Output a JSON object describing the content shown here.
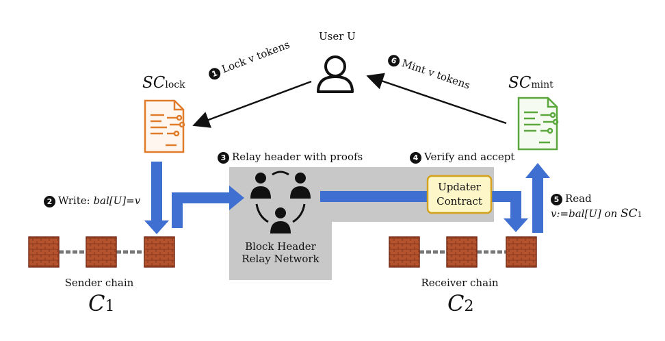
{
  "user": {
    "label": "User U"
  },
  "sc_lock": {
    "base": "SC",
    "sub": "lock"
  },
  "sc_mint": {
    "base": "SC",
    "sub": "mint"
  },
  "steps": {
    "s1": {
      "num": "1",
      "text": "Lock v tokens"
    },
    "s2": {
      "num": "2",
      "text_prefix": "Write: ",
      "text_expr": "bal[U]=v"
    },
    "s3": {
      "num": "3",
      "text": "Relay header with proofs"
    },
    "s4": {
      "num": "4",
      "text": "Verify and accept"
    },
    "s5": {
      "num": "5",
      "text": "Read",
      "line2_expr": "v:=bal[U] on ",
      "line2_sc": "SC",
      "line2_sub": "1"
    },
    "s6": {
      "num": "6",
      "text": "Mint v tokens"
    }
  },
  "relay": {
    "line1": "Block Header",
    "line2": "Relay Network"
  },
  "updater": {
    "line1": "Updater",
    "line2": "Contract"
  },
  "sender": {
    "label": "Sender chain",
    "symbol": "C",
    "sub": "1"
  },
  "receiver": {
    "label": "Receiver chain",
    "symbol": "C",
    "sub": "2"
  },
  "colors": {
    "lock_contract": "#e07b2a",
    "mint_contract": "#5aa83c",
    "flow_arrow": "#3f6fd1",
    "relay_box": "#c8c8c8",
    "updater_fill": "#fdf6c9",
    "updater_border": "#d4a21a",
    "brick": "#b4522e"
  }
}
